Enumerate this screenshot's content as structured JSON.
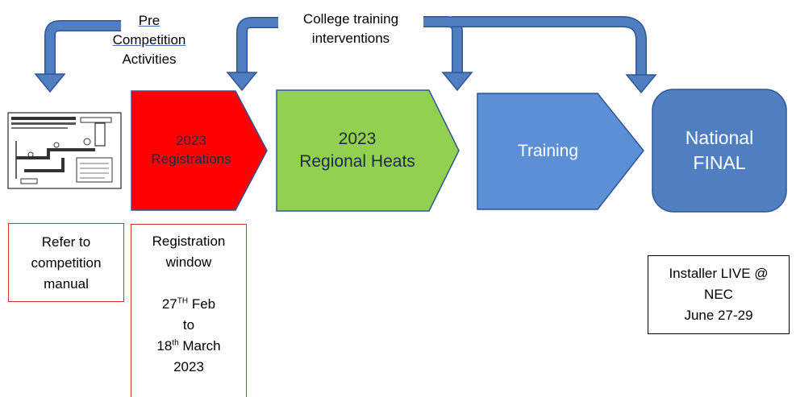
{
  "top_labels": {
    "pre_competition": [
      "Pre",
      "Competition",
      "Activities"
    ],
    "college_training": [
      "College training",
      "interventions"
    ]
  },
  "stages": {
    "registrations": {
      "line1": "2023",
      "line2": "Registrations",
      "color": "#ff0000",
      "text_color": "#1f2a44"
    },
    "regional_heats": {
      "line1": "2023",
      "line2": "Regional Heats",
      "color": "#92d050",
      "text_color": "#1f2a44"
    },
    "training": {
      "label": "Training",
      "color": "#5b8fd6",
      "text_color": "#ffffff"
    },
    "national_final": {
      "line1": "National",
      "line2": "FINAL",
      "color": "#4f7fc0",
      "text_color": "#ffffff"
    }
  },
  "arrow_color": "#4f7fc0",
  "notes": {
    "manual": [
      "Refer to",
      "competition",
      "manual"
    ],
    "registration_window": {
      "line1": "Registration",
      "line2": "window",
      "date1_day": "27",
      "date1_sup": "TH",
      "date1_month": "Feb",
      "to": "to",
      "date2_day": "18",
      "date2_sup": "th",
      "date2_month": "March",
      "year": "2023"
    },
    "installer": [
      "Installer LIVE @",
      "NEC",
      "June 27-29"
    ]
  },
  "colors": {
    "note_border_red": "#e03030",
    "note_border_black": "#000000"
  }
}
